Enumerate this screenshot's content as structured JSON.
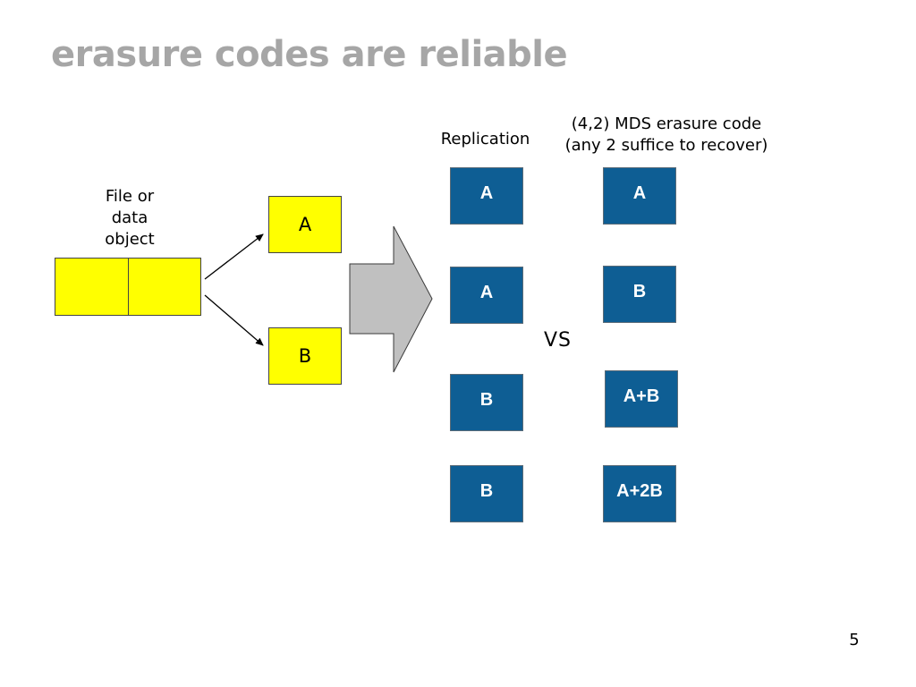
{
  "slide": {
    "title": "erasure codes are reliable",
    "page_number": "5"
  },
  "source": {
    "caption": "File or\ndata\nobject",
    "chunk_a": "A",
    "chunk_b": "B"
  },
  "replication": {
    "caption": "Replication",
    "blocks": [
      "A",
      "A",
      "B",
      "B"
    ]
  },
  "comparison": {
    "vs_label": "VS"
  },
  "mds_code": {
    "caption": "(4,2) MDS erasure code\n(any 2 suffice to recover)",
    "blocks": [
      "A",
      "B",
      "A+B",
      "A+2B"
    ]
  },
  "colors": {
    "title": "#a6a6a6",
    "data_chunk": "#ffff00",
    "storage_block": "#0e5e94",
    "arrow_fill": "#c0c0c0"
  }
}
